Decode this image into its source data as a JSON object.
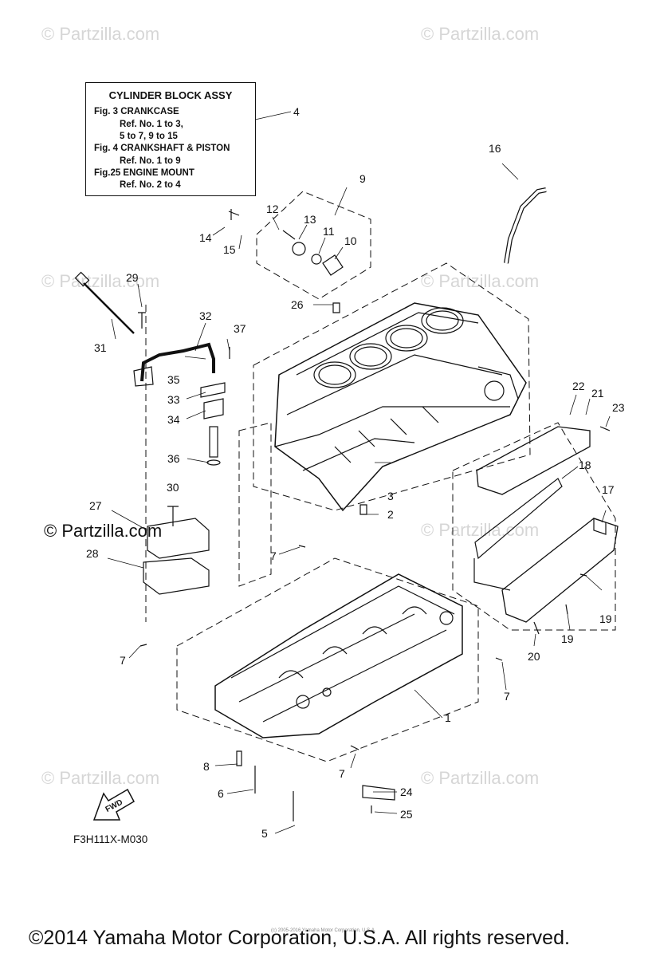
{
  "watermarks": {
    "text": "© Partzilla.com",
    "large_text": "© Partzilla.com"
  },
  "info_box": {
    "title": "CYLINDER BLOCK ASSY",
    "lines": [
      "Fig.  3 CRANKCASE",
      "Ref. No. 1 to 3,",
      "5 to 7, 9 to 15",
      "Fig.  4 CRANKSHAFT & PISTON",
      "Ref. No. 1 to 9",
      "Fig.25 ENGINE MOUNT",
      "Ref. No. 2 to 4"
    ]
  },
  "callouts": [
    "1",
    "2",
    "3",
    "4",
    "5",
    "6",
    "7",
    "7",
    "7",
    "7",
    "8",
    "9",
    "10",
    "11",
    "12",
    "13",
    "14",
    "15",
    "16",
    "17",
    "18",
    "19",
    "19",
    "20",
    "21",
    "22",
    "23",
    "24",
    "25",
    "26",
    "27",
    "28",
    "29",
    "30",
    "31",
    "32",
    "33",
    "34",
    "35",
    "36",
    "37"
  ],
  "fwd_label": "FWD",
  "figure_code": "F3H111X-M030",
  "small_credit": "(c) 2005-2016 Yamaha Motor Corporation, U.S.A.",
  "copyright": "©2014 Yamaha Motor Corporation, U.S.A. All rights reserved.",
  "colors": {
    "ink": "#111111",
    "watermark": "#d6d6d6"
  }
}
